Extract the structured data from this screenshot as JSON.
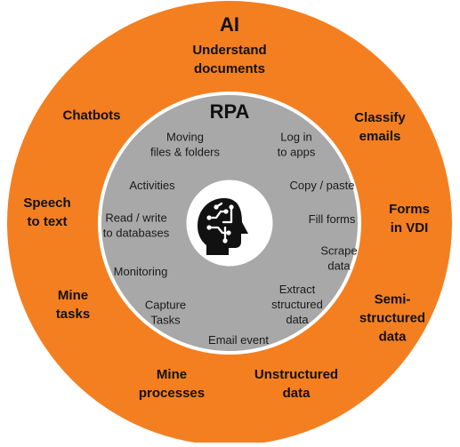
{
  "colors": {
    "outer_ring": "#f47f20",
    "inner_ring": "#a8a8a8",
    "border": "#ffffff",
    "center": "#ffffff",
    "icon": "#111111"
  },
  "icons": {
    "center": "brain-head-icon"
  },
  "ai": {
    "title": "AI",
    "items": [
      {
        "id": "understand-documents",
        "lines": [
          "Understand",
          "documents"
        ]
      },
      {
        "id": "classify-emails",
        "lines": [
          "Classify",
          "emails"
        ]
      },
      {
        "id": "forms-in-vdi",
        "lines": [
          "Forms",
          "in VDI"
        ]
      },
      {
        "id": "semi-structured-data",
        "lines": [
          "Semi-",
          "structured",
          "data"
        ]
      },
      {
        "id": "unstructured-data",
        "lines": [
          "Unstructured",
          "data"
        ]
      },
      {
        "id": "mine-processes",
        "lines": [
          "Mine",
          "processes"
        ]
      },
      {
        "id": "mine-tasks",
        "lines": [
          "Mine",
          "tasks"
        ]
      },
      {
        "id": "speech-to-text",
        "lines": [
          "Speech",
          "to text"
        ]
      },
      {
        "id": "chatbots",
        "lines": [
          "Chatbots"
        ]
      }
    ]
  },
  "rpa": {
    "title": "RPA",
    "items": [
      {
        "id": "moving-files-folders",
        "lines": [
          "Moving",
          "files & folders"
        ]
      },
      {
        "id": "log-in-to-apps",
        "lines": [
          "Log in",
          "to apps"
        ]
      },
      {
        "id": "copy-paste",
        "lines": [
          "Copy / paste"
        ]
      },
      {
        "id": "fill-forms",
        "lines": [
          "Fill forms"
        ]
      },
      {
        "id": "scrape-data",
        "lines": [
          "Scrape",
          "data"
        ]
      },
      {
        "id": "extract-structured-data",
        "lines": [
          "Extract",
          "structured",
          "data"
        ]
      },
      {
        "id": "email-event",
        "lines": [
          "Email event"
        ]
      },
      {
        "id": "capture-tasks",
        "lines": [
          "Capture",
          "Tasks"
        ]
      },
      {
        "id": "monitoring",
        "lines": [
          "Monitoring"
        ]
      },
      {
        "id": "read-write-databases",
        "lines": [
          "Read / write",
          "to databases"
        ]
      },
      {
        "id": "activities",
        "lines": [
          "Activities"
        ]
      }
    ]
  }
}
